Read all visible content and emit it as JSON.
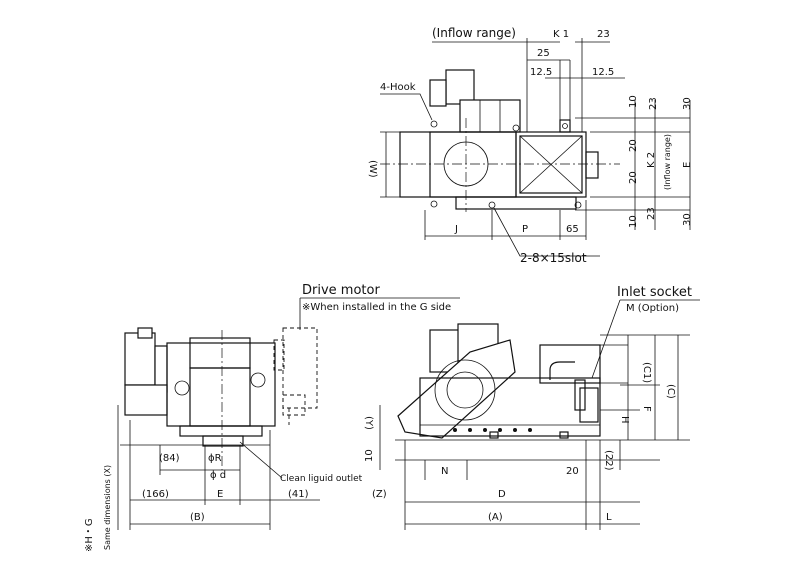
{
  "labels": {
    "inflow_range": "(Inflow range)",
    "k1": "K 1",
    "d23_top": "23",
    "d25": "25",
    "d12_5_a": "12.5",
    "d12_5_b": "12.5",
    "hook": "4-Hook",
    "w": "(W)",
    "d10_top": "10",
    "d23_right1": "23",
    "d30_top": "30",
    "d20_a": "20",
    "d20_b": "20",
    "k2": "K 2",
    "inflow_range_v": "(Inflow range)",
    "e_right": "E",
    "d23_right2": "23",
    "d10_bot": "10",
    "d30_bot": "30",
    "j": "J",
    "p": "P",
    "d65": "65",
    "slot": "2-8×15slot",
    "drive_motor": "Drive motor",
    "g_side_note": "※When installed in the G side",
    "inlet_socket": "Inlet socket",
    "m_option": "M (Option)",
    "c1": "(C1)",
    "c": "(C)",
    "f": "F",
    "h": "H",
    "y": "(Y)",
    "d10_left": "10",
    "x_same": "Same dimensions (X)",
    "hg": "※H・G",
    "d84": "(84)",
    "phi_r": "ϕR",
    "phi_d": "ϕ d",
    "clean_outlet": "Clean liguid outlet",
    "d166": "(166)",
    "e_bottom": "E",
    "d41": "(41)",
    "b": "(B)",
    "n": "N",
    "d20_front": "20",
    "d22": "(22)",
    "z": "(Z)",
    "d": "D",
    "a": "(A)",
    "l": "L"
  }
}
